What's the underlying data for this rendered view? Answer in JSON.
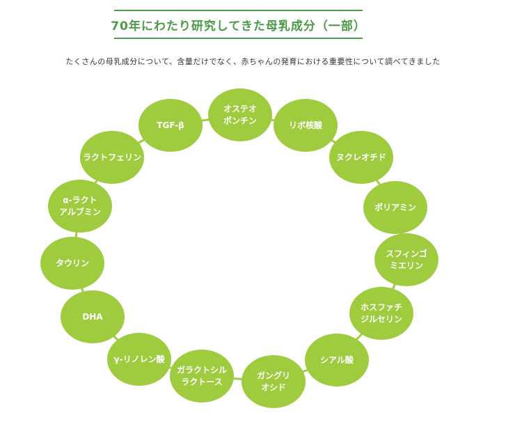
{
  "title": "70年にわたり研究してきた母乳成分（一部）",
  "subtitle": "たくさんの母乳成分について、含量だけでなく、赤ちゃんの発育における重要性について調べてきました",
  "colors": {
    "accent": "#4a9a46",
    "node_fill": "#9fcb3f",
    "connector": "#9fcb3f"
  },
  "nodes": [
    {
      "id": "osteopontin",
      "lines": [
        "オステオ",
        "ポンチン"
      ]
    },
    {
      "id": "ribonucleic-acid",
      "lines": [
        "リボ核酸"
      ]
    },
    {
      "id": "nucleotide",
      "lines": [
        "ヌクレオチド"
      ]
    },
    {
      "id": "polyamine",
      "lines": [
        "ポリアミン"
      ]
    },
    {
      "id": "sphingomyelin",
      "lines": [
        "スフィンゴ",
        "ミエリン"
      ]
    },
    {
      "id": "phosphatidylserine",
      "lines": [
        "ホスファチ",
        "ジルセリン"
      ]
    },
    {
      "id": "sialic-acid",
      "lines": [
        "シアル酸"
      ]
    },
    {
      "id": "ganglioside",
      "lines": [
        "ガングリ",
        "オシド"
      ]
    },
    {
      "id": "galactosyllactose",
      "lines": [
        "ガラクトシル",
        "ラクトース"
      ]
    },
    {
      "id": "gamma-linolenic-acid",
      "lines": [
        "γ-リノレン酸"
      ]
    },
    {
      "id": "dha",
      "lines": [
        "DHA"
      ]
    },
    {
      "id": "taurine",
      "lines": [
        "タウリン"
      ]
    },
    {
      "id": "alpha-lactalbumin",
      "lines": [
        "α-ラクト",
        "アルブミン"
      ]
    },
    {
      "id": "lactoferrin",
      "lines": [
        "ラクトフェリン"
      ]
    },
    {
      "id": "tgf-beta",
      "lines": [
        "TGF-β"
      ]
    }
  ]
}
